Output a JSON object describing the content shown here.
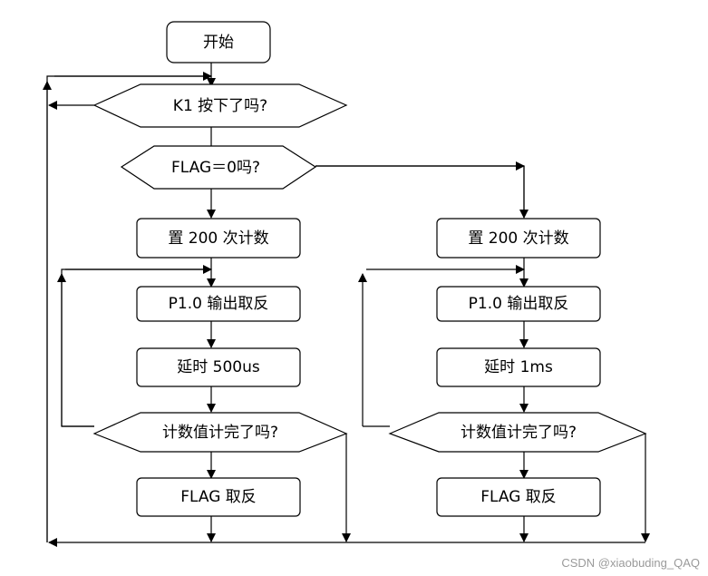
{
  "diagram": {
    "start": "开始",
    "decision_k1": "K1 按下了吗?",
    "decision_flag": "FLAG＝0吗?",
    "left": {
      "set_count": "置 200 次计数",
      "toggle": "P1.0 输出取反",
      "delay": "延时 500us",
      "check_done": "计数值计完了吗?",
      "flag_toggle": "FLAG 取反"
    },
    "right": {
      "set_count": "置 200 次计数",
      "toggle": "P1.0 输出取反",
      "delay": "延时 1ms",
      "check_done": "计数值计完了吗?",
      "flag_toggle": "FLAG 取反"
    }
  },
  "watermark": "CSDN @xiaobuding_QAQ"
}
